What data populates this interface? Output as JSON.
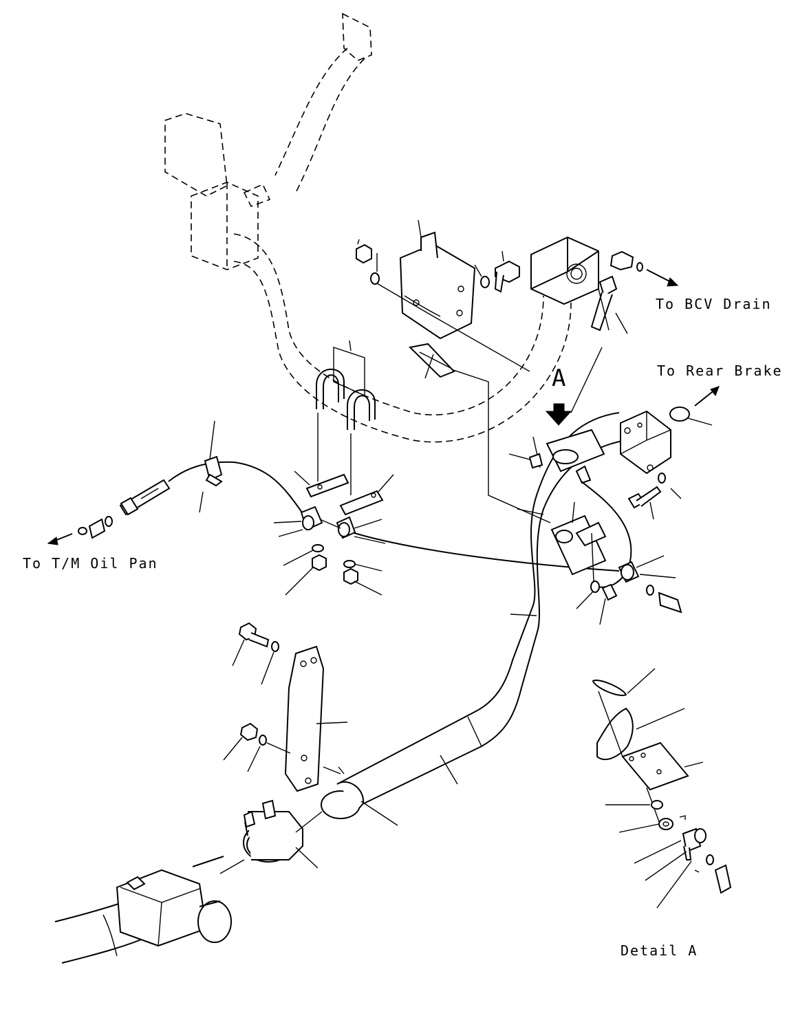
{
  "labels": {
    "bcv_drain": "To BCV Drain",
    "rear_brake": "To Rear Brake",
    "tm_oil_pan": "To T/M Oil Pan",
    "view_a": "A",
    "detail_a": "Detail A"
  }
}
